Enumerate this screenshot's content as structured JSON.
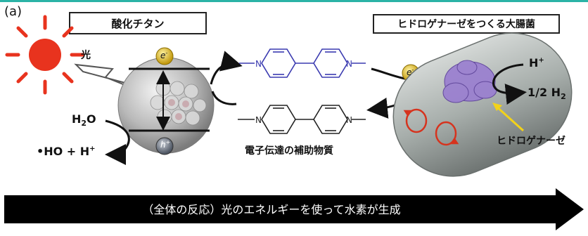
{
  "panel_label": "(a)",
  "left_box_title": "酸化チタン",
  "right_box_title": "ヒドロゲナーゼをつくる大腸菌",
  "light_label": "光",
  "electron_symbol": "e",
  "electron_sign": "-",
  "hole_symbol": "h",
  "hole_sign": "+",
  "water_label": "H",
  "water_sub": "2",
  "water_o": "O",
  "product_label": "•HO + H",
  "product_sup": "+",
  "proton_label": "H",
  "proton_sup": "+",
  "hydrogen_label": "1/2 H",
  "hydrogen_sub": "2",
  "mediator_label": "電子伝達の補助物質",
  "enzyme_label": "ヒドロゲナーゼ",
  "banner_text": "（全体の反応）光のエネルギーを使って水素が生成",
  "colors": {
    "sun": "#e8331e",
    "electron": "#d4b21c",
    "molecule_blue": "#3a3ab0",
    "enzyme_purple": "#9a7fd0",
    "arrow_yellow": "#f2d21a",
    "accent_rule": "#2bb3a6"
  }
}
